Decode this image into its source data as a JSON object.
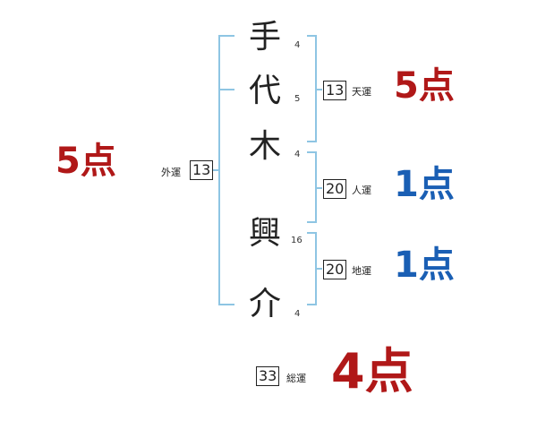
{
  "characters": [
    {
      "char": "手",
      "strokes": "4"
    },
    {
      "char": "代",
      "strokes": "5"
    },
    {
      "char": "木",
      "strokes": "4"
    },
    {
      "char": "興",
      "strokes": "16"
    },
    {
      "char": "介",
      "strokes": "4"
    }
  ],
  "gaiun": {
    "label": "外運",
    "value": "13",
    "score": "5点",
    "color": "#b01818"
  },
  "tenun": {
    "label": "天運",
    "value": "13",
    "score": "5点",
    "color": "#b01818"
  },
  "jinun": {
    "label": "人運",
    "value": "20",
    "score": "1点",
    "color": "#1a5fb4"
  },
  "chiun": {
    "label": "地運",
    "value": "20",
    "score": "1点",
    "color": "#1a5fb4"
  },
  "souun": {
    "label": "総運",
    "value": "33",
    "score": "4点",
    "color": "#b01818"
  },
  "bracket_color": "#8ec5e3"
}
